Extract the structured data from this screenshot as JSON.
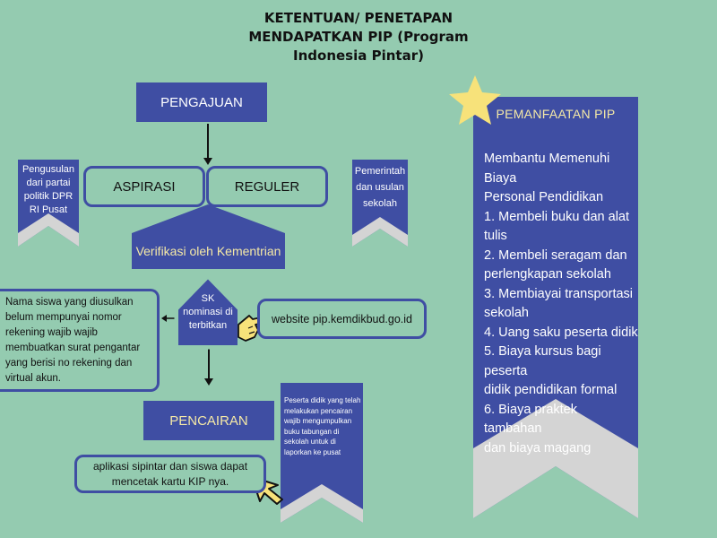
{
  "title": {
    "line1": "KETENTUAN/ PENETAPAN",
    "line2": "MENDAPATKAN PIP (Program",
    "line3": "Indonesia Pintar)"
  },
  "nodes": {
    "pengajuan": "PENGAJUAN",
    "aspirasi": "ASPIRASI",
    "reguler": "REGULER",
    "verifikasi": "Verifikasi oleh Kementrian",
    "sk": "SK nominasi di terbitkan",
    "website": "website pip.kemdikbud.go.id",
    "nama_siswa": "Nama siswa yang diusulkan belum mempunyai nomor rekening wajib wajib membuatkan surat pengantar yang berisi no rekening dan virtual akun.",
    "pencairan": "PENCAIRAN",
    "aplikasi": "aplikasi sipintar dan siswa dapat mencetak kartu KIP nya."
  },
  "ribbons": {
    "left": "Pengusulan dari partai politik DPR RI Pusat",
    "right": "Pemerintah dan usulan sekolah",
    "peserta": "Peserta didik yang telah melakukan pencairan wajib mengumpulkan buku tabungan di sekolah untuk di laporkan ke pusat"
  },
  "pemanfaatan": {
    "header": "PEMANFAATAN PIP",
    "lines": [
      "Membantu Memenuhi Biaya",
      "Personal Pendidikan",
      "1. Membeli buku dan alat tulis",
      "2. Membeli seragam dan",
      "perlengkapan sekolah",
      "3. Membiayai transportasi",
      "sekolah",
      "4. Uang saku peserta didik",
      "5. Biaya kursus bagi peserta",
      "didik pendidikan formal",
      "6. Biaya praktek tambahan",
      "dan biaya magang"
    ]
  },
  "colors": {
    "background": "#94cbb0",
    "navy": "#3f4ea3",
    "star": "#f7e27a",
    "verif_text": "#f5e9a6",
    "chevron": "#d4d4d4"
  },
  "icons": [
    "star-icon",
    "pointing-hand-icon",
    "cursor-arrow-icon"
  ]
}
